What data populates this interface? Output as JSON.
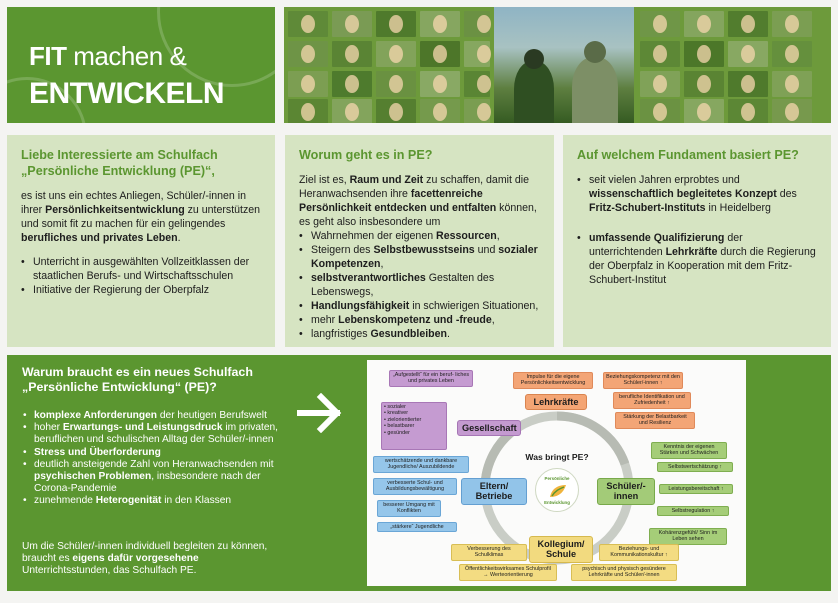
{
  "title": {
    "line1_bold": "FIT",
    "line1_rest": " machen &",
    "line2": "ENTWICKELN"
  },
  "box1": {
    "heading": "Liebe Interessierte am Schulfach „Persönliche Entwicklung (PE)“,",
    "intro_1": "es ist uns ein echtes Anliegen, Schüler/-innen in ihrer ",
    "intro_bold_1": "Persönlichkeitsentwicklung",
    "intro_2": " zu unterstützen und somit fit zu machen für ein gelingendes ",
    "intro_bold_2": "berufliches und privates Leben",
    "intro_3": ".",
    "bullets": [
      "Unterricht in ausgewählten Vollzeitklassen der staatlichen Berufs- und Wirtschaftsschulen",
      "Initiative der Regierung der Oberpfalz"
    ]
  },
  "box2": {
    "heading": "Worum geht es in PE?",
    "intro_1": "Ziel ist es, ",
    "intro_bold_1": "Raum und Zeit",
    "intro_2": " zu schaffen, damit die Heranwachsenden ihre ",
    "intro_bold_2": "facettenreiche Persönlichkeit entdecken und entfalten",
    "intro_3": " können, es geht also insbesondere um",
    "b1_pre": "Wahrnehmen der eigenen ",
    "b1_bold": "Ressourcen",
    "b1_post": ",",
    "b2_pre": "Steigern des ",
    "b2_bold_1": "Selbstbewusstseins",
    "b2_mid": " und ",
    "b2_bold_2": "sozialer Kompetenzen",
    "b2_post": ",",
    "b3_bold": "selbstverantwortliches",
    "b3_post": " Gestalten des Lebenswegs,",
    "b4_bold": "Handlungsfähigkeit",
    "b4_post": " in schwierigen Situationen,",
    "b5_pre": "mehr ",
    "b5_bold": "Lebenskompetenz und -freude",
    "b5_post": ",",
    "b6_pre": "langfristiges ",
    "b6_bold": "Gesundbleiben",
    "b6_post": "."
  },
  "box3": {
    "heading": "Auf welchem Fundament basiert PE?",
    "b1_pre": "seit vielen Jahren erprobtes und ",
    "b1_bold_1": "wissenschaftlich begleitetes Konzept",
    "b1_mid": " des ",
    "b1_bold_2": "Fritz-Schubert-Instituts",
    "b1_post": " in Heidelberg",
    "b2_bold": "umfassende Qualifizierung",
    "b2_mid": " der unterrichtenden ",
    "b2_bold_2": "Lehrkräfte",
    "b2_post": " durch die Regierung der Oberpfalz in Kooperation mit dem Fritz- Schubert-Institut"
  },
  "why": {
    "heading": "Warum braucht es ein neues Schulfach „Persönliche Entwicklung“ (PE)?",
    "l1_bold": "komplexe Anforderungen",
    "l1_post": " der heutigen Berufswelt",
    "l2_pre": "hoher ",
    "l2_bold": "Erwartungs- und Leistungsdruck",
    "l2_post": " im privaten, beruflichen und schulischen Alltag der Schüler/-innen",
    "l3_bold": "Stress und Überforderung",
    "l4_pre": "deutlich ansteigende Zahl von Heranwachsenden mit ",
    "l4_bold": "psychischen Problemen",
    "l4_post": ", insbesondere nach der Corona-Pandemie",
    "l5_pre": "zunehmende ",
    "l5_bold": "Heterogenität",
    "l5_post": " in den Klassen",
    "closing_1": "Um die Schüler/-innen individuell begleiten zu können, braucht es ",
    "closing_bold": "eigens dafür vorgesehene",
    "closing_2": " Unterrichtsstunden, das Schulfach PE."
  },
  "diagram": {
    "center_question": "Was bringt PE?",
    "logo_top": "Persönliche",
    "logo_bottom": "Entwicklung",
    "nodes": {
      "lehrkraefte": "Lehrkräfte",
      "gesellschaft": "Gesellschaft",
      "eltern": "Eltern/ Betriebe",
      "schueler": "Schüler/- innen",
      "kollegium": "Kollegium/ Schule"
    },
    "labels": {
      "purple_top": "„Aufgestellt“ für ein beruf- liches und privates Leben",
      "purple_list": "• sozialer\n• kreativer\n• zielorientierter\n• belastbarer\n• gesünder",
      "orange_1": "Impulse für die eigene Persönlichkeitsentwicklung",
      "orange_2": "Beziehungskompetenz mit den Schüler/-innen ↑",
      "orange_3": "berufliche Identifikation und Zufriedenheit ↑",
      "orange_4": "Stärkung der Belastbarkeit und Resilienz",
      "blue_1": "wertschätzende und dankbare Jugendliche/ Auszubildende",
      "blue_2": "verbesserte Schul- und Ausbildungsbewältigung",
      "blue_3": "besserer Umgang mit Konflikten",
      "blue_4": "„stärkere“ Jugendliche",
      "green_1": "Kenntnis der eigenen Stärken und Schwächen",
      "green_2": "Selbstwertschätzung ↑",
      "green_3": "Leistungsbereitschaft ↑",
      "green_4": "Selbstregulation ↑",
      "green_5": "Kohärenzgefühl/ Sinn im Leben sehen",
      "yellow_1": "Verbesserung des Schulklimas",
      "yellow_2": "Beziehungs- und Kommunikationskultur ↑",
      "yellow_3": "Öffentlichkeitswirksames Schulprofil → Werteorientierung",
      "yellow_4": "psychisch und physisch gesündere Lehrkräfte und Schüler/-innen"
    }
  },
  "colors": {
    "dark_green": "#5b9630",
    "light_green": "#d6e4c2"
  }
}
